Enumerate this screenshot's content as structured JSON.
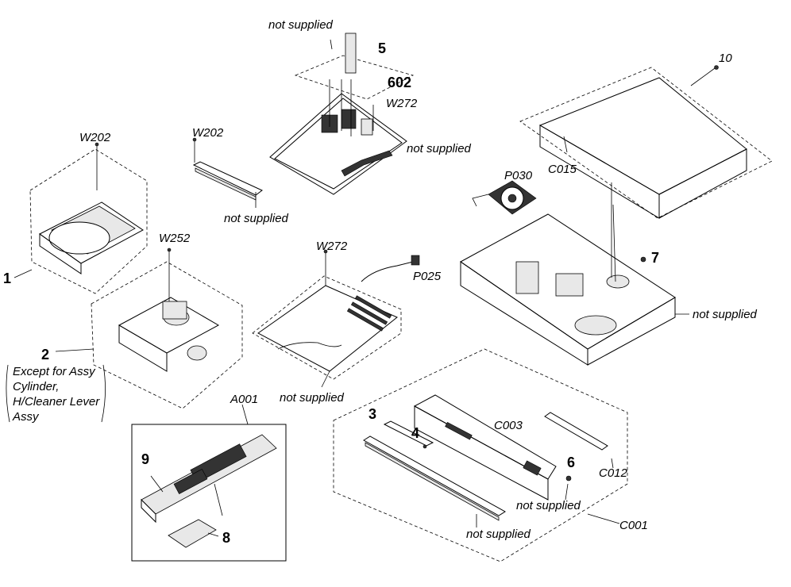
{
  "labels": {
    "not_supplied": "not supplied",
    "n5": "5",
    "n602": "602",
    "w272_top": "W272",
    "w202_a": "W202",
    "w202_b": "W202",
    "n10": "10",
    "c015": "C015",
    "p030": "P030",
    "n7": "7",
    "w252": "W252",
    "w272_mid": "W272",
    "p025": "P025",
    "n1": "1",
    "n2": "2",
    "note2_l1": "Except for Assy",
    "note2_l2": "Cylinder,",
    "note2_l3": "H/Cleaner Lever",
    "note2_l4": "Assy",
    "a001": "A001",
    "n9": "9",
    "n8": "8",
    "n3": "3",
    "n4": "4",
    "c003": "C003",
    "n6": "6",
    "c012": "C012",
    "c001": "C001"
  }
}
